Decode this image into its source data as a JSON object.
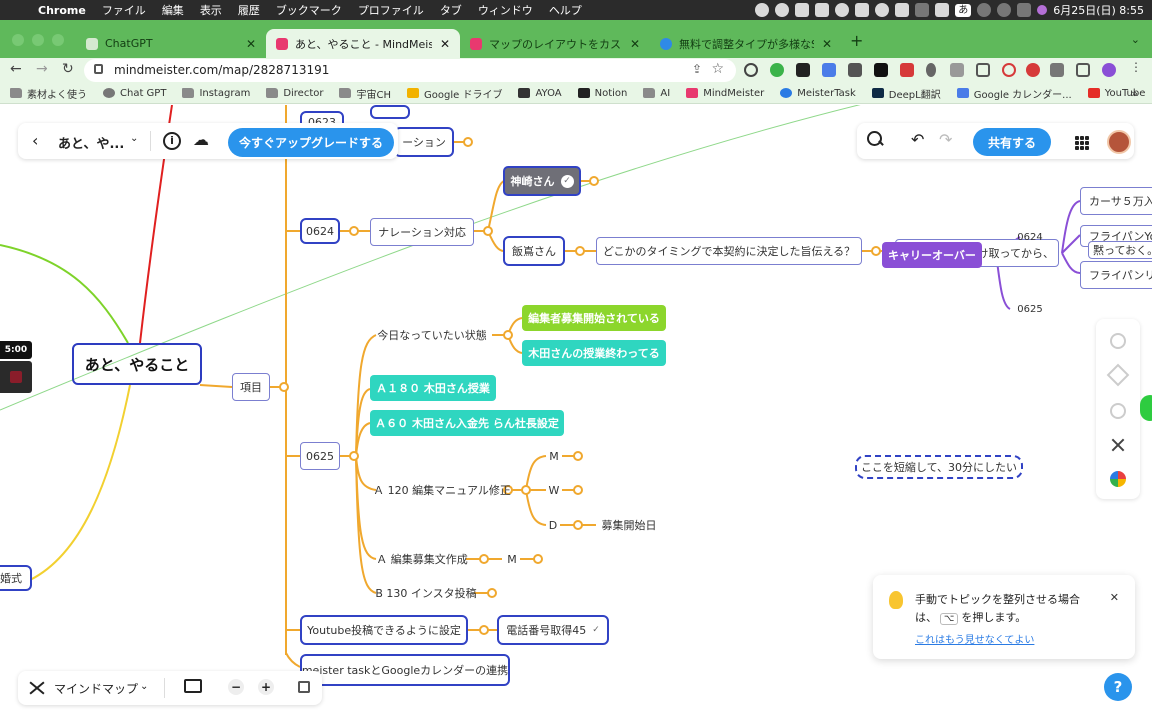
{
  "menubar": {
    "app": "Chrome",
    "items": [
      "ファイル",
      "編集",
      "表示",
      "履歴",
      "ブックマーク",
      "プロファイル",
      "タブ",
      "ウィンドウ",
      "ヘルプ"
    ],
    "ime": "あ",
    "datetime": "6月25日(日)  8:55"
  },
  "tabs": [
    {
      "title": "ChatGPT",
      "color": "#d5e9d0"
    },
    {
      "title": "あと、やること - MindMeister マインド",
      "color": "#e8396f"
    },
    {
      "title": "マップのレイアウトをカスタマイズ",
      "color": "#e8396f"
    },
    {
      "title": "無料で調整タイプが多様なSpir",
      "color": "#2f8ae6"
    }
  ],
  "address": {
    "url": "mindmeister.com/map/2828713191"
  },
  "bookmarks": [
    "素材よく使う",
    "Chat GPT",
    "Instagram",
    "Director",
    "宇宙CH",
    "Google ドライブ",
    "AYOA",
    "Notion",
    "AI",
    "MindMeister",
    "MeisterTask",
    "DeepL翻訳",
    "Google カレンダー...",
    "YouTube"
  ],
  "bookmarks_more": "»",
  "toolbar": {
    "map_title": "あと、や...",
    "upgrade": "今すぐアップグレードする",
    "share": "共有する"
  },
  "recording": {
    "timer": "5:00"
  },
  "nodes": {
    "n0623": "0623",
    "n_top_right": "ーション",
    "kanzaki": "神崎さん",
    "n0624": "0624",
    "narration": "ナレーション対応",
    "iijima": "飯嶌さん",
    "timing": "どこかのタイミングで本契約に決定した旨伝える？",
    "career": "キャリーオーバー",
    "hidden_text": "...の本納品受け取ってから、",
    "r0624": "0624",
    "r0625": "0625",
    "car5": "カーサ５万入",
    "fry1": "フライパンYo",
    "silent": "黙っておく。",
    "fry2": "フライパンリ",
    "today": "今日なっていたい状態",
    "editor_recruit": "編集者募集開始されている",
    "kida_done": "木田さんの授業終わってる",
    "root": "あと、やること",
    "items": "項目",
    "a180": "Ａ１８０ 木田さん授業",
    "a60": "Ａ６０ 木田さん入金先 らん社長設定",
    "n0625": "0625",
    "a120": "Ａ 120 編集マニュアル修正",
    "m": "M",
    "w": "W",
    "d": "D",
    "recruit_start": "募集開始日",
    "a_edit": "Ａ 編集募集文作成",
    "m2": "M",
    "b130": "B 130 インスタ投稿",
    "youtube": "Youtube投稿できるように設定",
    "phone": "電話番号取得45",
    "meister": "meister taskとGoogleカレンダーの連携",
    "shorten": "ここを短縮して、30分にしたい",
    "left_cut": "婚式"
  },
  "tip": {
    "line1": "手動でトピックを整列させる場合",
    "line2_pre": "は、",
    "key": "⌥",
    "line2_post": "を押します。",
    "link": "これはもう見せなくてよい"
  },
  "bottom": {
    "mode": "マインドマップ"
  },
  "colors": {
    "tabstrip": "#5fb95b",
    "toolbar": "#e8f6e6",
    "accent_blue": "#2a94ec",
    "branch_orange": "#f0a82e",
    "branch_purple": "#8a4fd6",
    "node_border": "#3142c4",
    "teal": "#2fd6c0",
    "lime": "#8cd62c"
  }
}
